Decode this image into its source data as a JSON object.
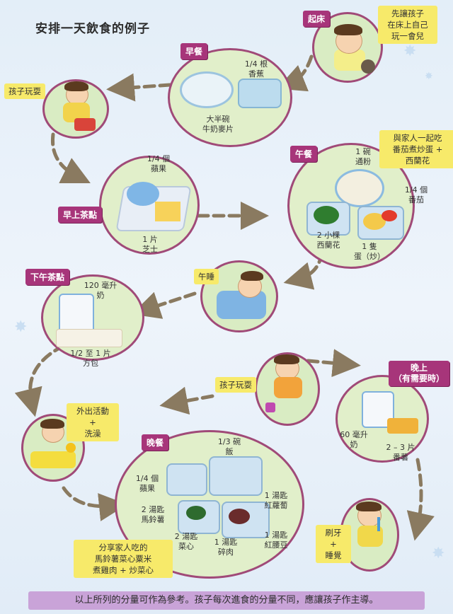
{
  "title": "安排一天飲食的例子",
  "wake": {
    "tag": "起床",
    "note": "先讓孩子\n在床上自己\n玩一會兒"
  },
  "breakfast": {
    "tag": "早餐",
    "items": [
      "1/4 根\n香蕉",
      "大半碗\n牛奶麥片"
    ]
  },
  "play1": {
    "note": "孩子玩耍"
  },
  "morning_snack": {
    "tag": "早上茶點",
    "items": [
      "1/4 個\n蘋果",
      "1 片\n芝士"
    ]
  },
  "lunch": {
    "tag": "午餐",
    "note": "與家人一起吃\n番茄煮炒蛋 +\n西蘭花",
    "items": [
      "1 碗\n通粉",
      "1/4 個\n番茄",
      "2 小棵\n西蘭花",
      "1 隻\n蛋（炒）"
    ]
  },
  "nap": {
    "tag": "午睡"
  },
  "afternoon_snack": {
    "tag": "下午茶點",
    "items": [
      "120 毫升\n奶",
      "1/2 至 1 片\n方包"
    ]
  },
  "play2": {
    "tag": "孩子玩耍"
  },
  "evening": {
    "tag": "晚上\n（有需要時）",
    "items": [
      "60 毫升\n奶",
      "2 – 3 片\n番薯"
    ]
  },
  "outdoor": {
    "note": "外出活動\n+\n洗澡"
  },
  "dinner": {
    "tag": "晚餐",
    "note": "分享家人吃的\n馬鈴薯菜心粟米\n煮雞肉 + 炒菜心",
    "items": [
      "1/3 碗\n飯",
      "1/4 個\n蘋果",
      "2 湯匙\n馬鈴薯",
      "1 湯匙\n紅蘿蔔",
      "2 湯匙\n菜心",
      "1 湯匙\n碎肉",
      "1 湯匙\n紅腰豆"
    ]
  },
  "bedtime": {
    "note": "刷牙\n+\n睡覺"
  },
  "footer": "以上所列的分量可作為參考。孩子每次進食的分量不同，應讓孩子作主導。"
}
